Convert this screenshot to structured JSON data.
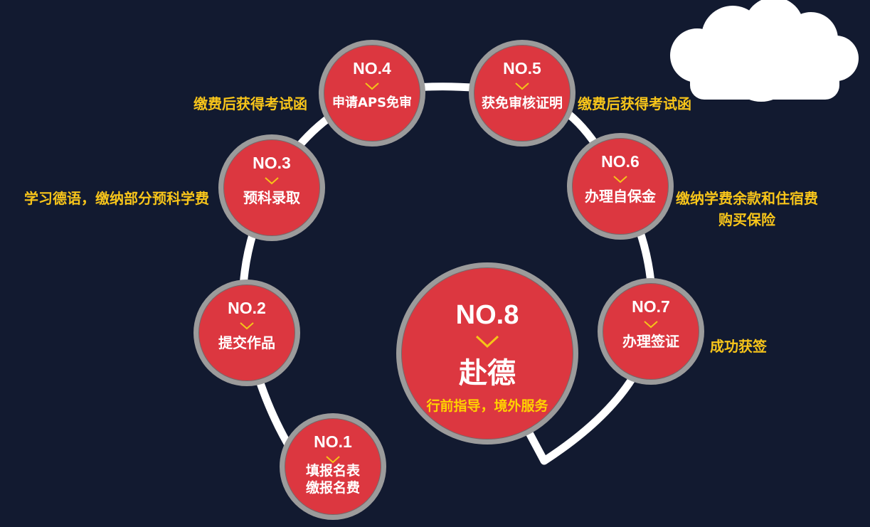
{
  "steps": [
    {
      "no": "NO.1",
      "label": "填报名表\n缴报名费",
      "caption": ""
    },
    {
      "no": "NO.2",
      "label": "提交作品",
      "caption": ""
    },
    {
      "no": "NO.3",
      "label": "预科录取",
      "caption": "学习德语，缴纳部分预科学费"
    },
    {
      "no": "NO.4",
      "label": "申请APS免审",
      "caption": "缴费后获得考试函"
    },
    {
      "no": "NO.5",
      "label": "获免审核证明",
      "caption": "缴费后获得考试函"
    },
    {
      "no": "NO.6",
      "label": "办理自保金",
      "caption": "缴纳学费余款和住宿费\n购买保险"
    },
    {
      "no": "NO.7",
      "label": "办理签证",
      "caption": "成功获签"
    },
    {
      "no": "NO.8",
      "label": "赴德",
      "caption": "行前指导，境外服务"
    }
  ],
  "colors": {
    "background": "#121a30",
    "node_fill": "#dc3740",
    "node_border": "#9b9b9b",
    "caption": "#f8c51a",
    "chevron": "#f5c518",
    "track": "#ffffff"
  },
  "icons": [
    "chevron-down-icon",
    "cloud-icon"
  ]
}
